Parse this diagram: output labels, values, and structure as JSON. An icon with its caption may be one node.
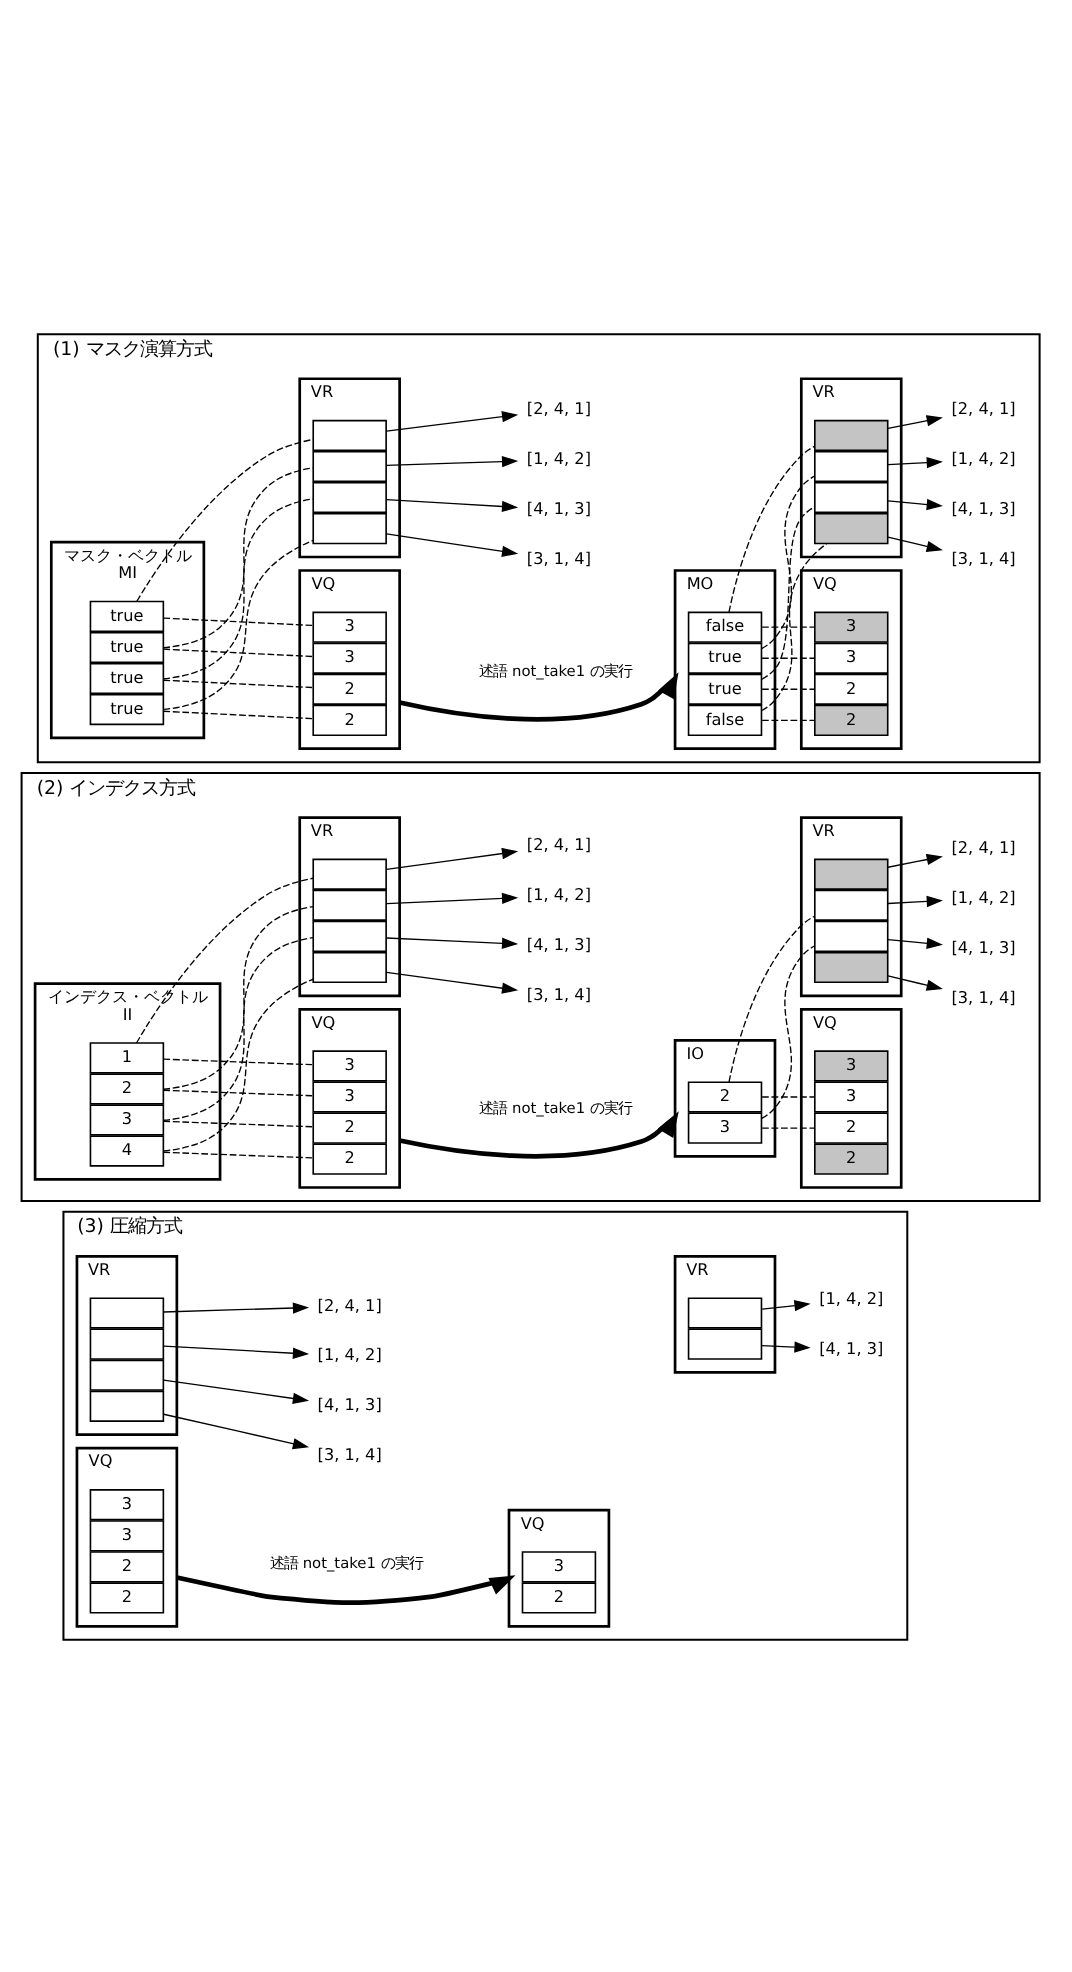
{
  "diagram": {
    "nodes": [
      {
        "text": [
          "(1) マスク演算方式"
        ]
      },
      {
        "text": [
          "マスク・ベクトル",
          "MI"
        ],
        "in": 0
      },
      {
        "text": [
          "true"
        ],
        "in": 1
      },
      {
        "text": [
          "true"
        ],
        "in": 1
      },
      {
        "text": [
          "true"
        ],
        "in": 1
      },
      {
        "text": [
          "true"
        ],
        "in": 1
      },
      {
        "text": [
          "VR"
        ],
        "in": 0
      },
      {
        "text": [],
        "shape": "box",
        "in": 6
      },
      {
        "text": [],
        "shape": "box",
        "in": 6
      },
      {
        "text": [],
        "shape": "box",
        "in": 6
      },
      {
        "text": [],
        "shape": "box",
        "in": 6
      },
      {
        "text": [
          "[2, 4, 1]"
        ],
        "in": 0
      },
      {
        "text": [
          "[1, 4, 2]"
        ],
        "in": 0
      },
      {
        "text": [
          "[4, 1, 3]"
        ],
        "in": 0
      },
      {
        "text": [
          "[3, 1, 4]"
        ],
        "in": 0
      },
      {
        "text": [
          "VQ"
        ],
        "in": 0
      },
      {
        "text": [
          "3"
        ],
        "in": 15
      },
      {
        "text": [
          "3"
        ],
        "in": 15
      },
      {
        "text": [
          "2"
        ],
        "in": 15
      },
      {
        "text": [
          "2"
        ],
        "in": 15
      },
      {
        "text": [
          "MO"
        ],
        "in": 0
      },
      {
        "text": [
          "false"
        ],
        "in": 20
      },
      {
        "text": [
          "true"
        ],
        "in": 20
      },
      {
        "text": [
          "true"
        ],
        "in": 20
      },
      {
        "text": [
          "false"
        ],
        "in": 20
      },
      {
        "text": [
          "VR"
        ],
        "in": 0
      },
      {
        "text": [],
        "shape": "box",
        "in": 25
      },
      {
        "text": [],
        "shape": "box",
        "in": 25
      },
      {
        "text": [],
        "shape": "box",
        "in": 25
      },
      {
        "text": [],
        "shape": "box",
        "in": 25
      },
      {
        "text": [
          "[2, 4, 1]"
        ],
        "in": 0
      },
      {
        "text": [
          "[1, 4, 2]"
        ],
        "in": 0
      },
      {
        "text": [
          "[4, 1, 3]"
        ],
        "in": 0
      },
      {
        "text": [
          "[3, 1, 4]"
        ],
        "in": 0
      },
      {
        "text": [
          "VQ"
        ],
        "in": 0
      },
      {
        "text": [
          "3"
        ],
        "in": 34
      },
      {
        "text": [
          "3"
        ],
        "in": 34
      },
      {
        "text": [
          "2"
        ],
        "in": 34
      },
      {
        "text": [
          "2"
        ],
        "in": 34
      },
      {
        "text": [
          "(2) インデクス方式"
        ]
      },
      {
        "text": [
          "インデクス・ベクトル",
          "II"
        ],
        "in": 39
      },
      {
        "text": [
          "1"
        ],
        "in": 40
      },
      {
        "text": [
          "2"
        ],
        "in": 40
      },
      {
        "text": [
          "3"
        ],
        "in": 40
      },
      {
        "text": [
          "4"
        ],
        "in": 40
      },
      {
        "text": [
          "VR"
        ],
        "in": 39
      },
      {
        "text": [],
        "shape": "box",
        "in": 45
      },
      {
        "text": [],
        "shape": "box",
        "in": 45
      },
      {
        "text": [],
        "shape": "box",
        "in": 45
      },
      {
        "text": [],
        "shape": "box",
        "in": 45
      },
      {
        "text": [
          "[2, 4, 1]"
        ],
        "in": 39
      },
      {
        "text": [
          "[1, 4, 2]"
        ],
        "in": 39
      },
      {
        "text": [
          "[4, 1, 3]"
        ],
        "in": 39
      },
      {
        "text": [
          "[3, 1, 4]"
        ],
        "in": 39
      },
      {
        "text": [
          "VQ"
        ],
        "in": 39
      },
      {
        "text": [
          "3"
        ],
        "in": 54
      },
      {
        "text": [
          "3"
        ],
        "in": 54
      },
      {
        "text": [
          "2"
        ],
        "in": 54
      },
      {
        "text": [
          "2"
        ],
        "in": 54
      },
      {
        "text": [
          "IO"
        ],
        "in": 39
      },
      {
        "text": [
          "2"
        ],
        "in": 59
      },
      {
        "text": [
          "3"
        ],
        "in": 59
      },
      {
        "text": [
          "VR"
        ],
        "in": 39
      },
      {
        "text": [],
        "shape": "box",
        "in": 62
      },
      {
        "text": [],
        "shape": "box",
        "in": 62
      },
      {
        "text": [],
        "shape": "box",
        "in": 62
      },
      {
        "text": [],
        "shape": "box",
        "in": 62
      },
      {
        "text": [
          "[2, 4, 1]"
        ],
        "in": 39
      },
      {
        "text": [
          "[1, 4, 2]"
        ],
        "in": 39
      },
      {
        "text": [
          "[4, 1, 3]"
        ],
        "in": 39
      },
      {
        "text": [
          "[3, 1, 4]"
        ],
        "in": 39
      },
      {
        "text": [
          "VQ"
        ],
        "in": 39
      },
      {
        "text": [
          "3"
        ],
        "in": 71
      },
      {
        "text": [
          "3"
        ],
        "in": 71
      },
      {
        "text": [
          "2"
        ],
        "in": 71
      },
      {
        "text": [
          "2"
        ],
        "in": 71
      },
      {
        "text": [
          "(3) 圧縮方式"
        ]
      },
      {
        "text": [
          "VR"
        ],
        "in": 76
      },
      {
        "text": [],
        "shape": "box",
        "in": 77
      },
      {
        "text": [],
        "shape": "box",
        "in": 77
      },
      {
        "text": [],
        "shape": "box",
        "in": 77
      },
      {
        "text": [],
        "shape": "box",
        "in": 77
      },
      {
        "text": [
          "[2, 4, 1]"
        ],
        "in": 76
      },
      {
        "text": [
          "[1, 4, 2]"
        ],
        "in": 76
      },
      {
        "text": [
          "[4, 1, 3]"
        ],
        "in": 76
      },
      {
        "text": [
          "[3, 1, 4]"
        ],
        "in": 76
      },
      {
        "text": [
          "VQ"
        ],
        "in": 76
      },
      {
        "text": [
          "3"
        ],
        "in": 86
      },
      {
        "text": [
          "3"
        ],
        "in": 86
      },
      {
        "text": [
          "2"
        ],
        "in": 86
      },
      {
        "text": [
          "2"
        ],
        "in": 86
      },
      {
        "text": [
          "VR"
        ],
        "in": 76
      },
      {
        "text": [],
        "shape": "box",
        "in": 91
      },
      {
        "text": [],
        "shape": "box",
        "in": 91
      },
      {
        "text": [
          "[1, 4, 2]"
        ],
        "in": 76
      },
      {
        "text": [
          "[4, 1, 3]"
        ],
        "in": 76
      },
      {
        "text": [
          "VQ"
        ],
        "in": 76
      },
      {
        "text": [
          "3"
        ],
        "in": 96
      },
      {
        "text": [
          "2"
        ],
        "in": 96
      }
    ],
    "edges": [
      {
        "from": 2,
        "to": 7,
        "arrow": "none",
        "style": "dashed"
      },
      {
        "from": 3,
        "to": 8,
        "arrow": "none",
        "style": "dashed"
      },
      {
        "from": 4,
        "to": 9,
        "arrow": "none",
        "style": "dashed"
      },
      {
        "from": 5,
        "to": 10,
        "arrow": "none",
        "style": "dashed"
      },
      {
        "from": 2,
        "to": 16,
        "arrow": "none",
        "style": "dashed"
      },
      {
        "from": 3,
        "to": 17,
        "arrow": "none",
        "style": "dashed"
      },
      {
        "from": 4,
        "to": 18,
        "arrow": "none",
        "style": "dashed"
      },
      {
        "from": 5,
        "to": 19,
        "arrow": "none",
        "style": "dashed"
      },
      {
        "from": 7,
        "to": 11,
        "arrow": "to"
      },
      {
        "from": 8,
        "to": 12,
        "arrow": "to"
      },
      {
        "from": 9,
        "to": 13,
        "arrow": "to"
      },
      {
        "from": 10,
        "to": 14,
        "arrow": "to"
      },
      {
        "from": 15,
        "to": 20,
        "arrow": "to",
        "label": "述語 not_take1 の実行",
        "style": "thick"
      },
      {
        "from": 21,
        "to": 26,
        "arrow": "none",
        "style": "dashed"
      },
      {
        "from": 22,
        "to": 27,
        "arrow": "none",
        "style": "dashed"
      },
      {
        "from": 23,
        "to": 28,
        "arrow": "none",
        "style": "dashed"
      },
      {
        "from": 24,
        "to": 29,
        "arrow": "none",
        "style": "dashed"
      },
      {
        "from": 21,
        "to": 35,
        "arrow": "none",
        "style": "dashed"
      },
      {
        "from": 22,
        "to": 36,
        "arrow": "none",
        "style": "dashed"
      },
      {
        "from": 23,
        "to": 37,
        "arrow": "none",
        "style": "dashed"
      },
      {
        "from": 24,
        "to": 38,
        "arrow": "none",
        "style": "dashed"
      },
      {
        "from": 26,
        "to": 30,
        "arrow": "to"
      },
      {
        "from": 27,
        "to": 31,
        "arrow": "to"
      },
      {
        "from": 28,
        "to": 32,
        "arrow": "to"
      },
      {
        "from": 29,
        "to": 33,
        "arrow": "to"
      },
      {
        "from": 41,
        "to": 46,
        "arrow": "none",
        "style": "dashed"
      },
      {
        "from": 42,
        "to": 47,
        "arrow": "none",
        "style": "dashed"
      },
      {
        "from": 43,
        "to": 48,
        "arrow": "none",
        "style": "dashed"
      },
      {
        "from": 44,
        "to": 49,
        "arrow": "none",
        "style": "dashed"
      },
      {
        "from": 41,
        "to": 55,
        "arrow": "none",
        "style": "dashed"
      },
      {
        "from": 42,
        "to": 56,
        "arrow": "none",
        "style": "dashed"
      },
      {
        "from": 43,
        "to": 57,
        "arrow": "none",
        "style": "dashed"
      },
      {
        "from": 44,
        "to": 58,
        "arrow": "none",
        "style": "dashed"
      },
      {
        "from": 46,
        "to": 50,
        "arrow": "to"
      },
      {
        "from": 47,
        "to": 51,
        "arrow": "to"
      },
      {
        "from": 48,
        "to": 52,
        "arrow": "to"
      },
      {
        "from": 49,
        "to": 53,
        "arrow": "to"
      },
      {
        "from": 54,
        "to": 59,
        "arrow": "to",
        "label": "述語 not_take1 の実行",
        "style": "thick"
      },
      {
        "from": 60,
        "to": 64,
        "arrow": "none",
        "style": "dashed"
      },
      {
        "from": 61,
        "to": 65,
        "arrow": "none",
        "style": "dashed"
      },
      {
        "from": 60,
        "to": 73,
        "arrow": "none",
        "style": "dashed"
      },
      {
        "from": 61,
        "to": 74,
        "arrow": "none",
        "style": "dashed"
      },
      {
        "from": 63,
        "to": 67,
        "arrow": "to"
      },
      {
        "from": 64,
        "to": 68,
        "arrow": "to"
      },
      {
        "from": 65,
        "to": 69,
        "arrow": "to"
      },
      {
        "from": 66,
        "to": 70,
        "arrow": "to"
      },
      {
        "from": 78,
        "to": 82,
        "arrow": "to"
      },
      {
        "from": 79,
        "to": 83,
        "arrow": "to"
      },
      {
        "from": 80,
        "to": 84,
        "arrow": "to"
      },
      {
        "from": 81,
        "to": 85,
        "arrow": "to"
      },
      {
        "from": 86,
        "to": 96,
        "arrow": "to",
        "label": "述語 not_take1 の実行",
        "style": "thick"
      },
      {
        "from": 92,
        "to": 94,
        "arrow": "to"
      },
      {
        "from": 93,
        "to": 95,
        "arrow": "to"
      }
    ]
  }
}
